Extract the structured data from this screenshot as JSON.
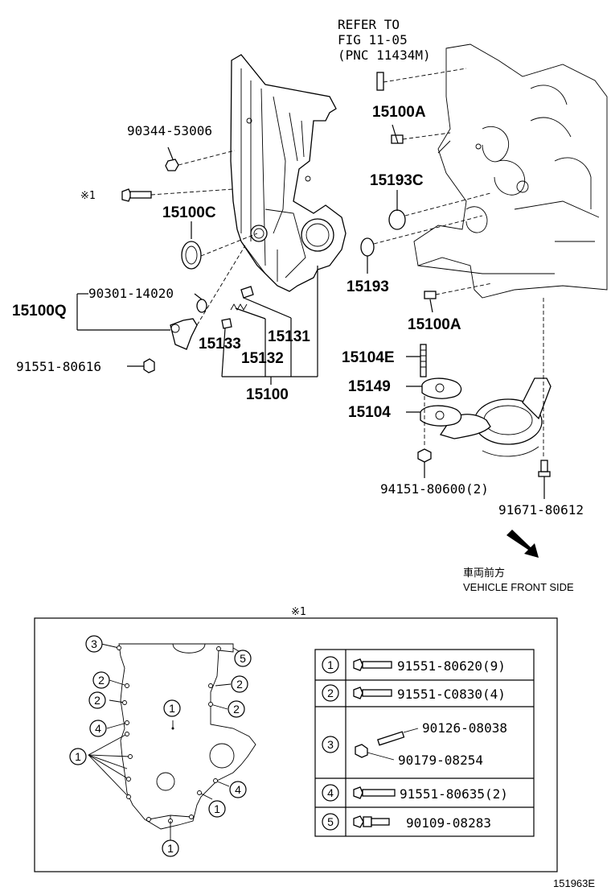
{
  "callouts": {
    "refer_line1": "REFER TO",
    "refer_line2": "FIG 11-05",
    "refer_line3": "(PNC 11434M)",
    "p15100A_top": "15100A",
    "p90344": "90344-53006",
    "star_ref": "※1",
    "p15193C": "15193C",
    "p15100C": "15100C",
    "p15193": "15193",
    "p90301": "90301-14020",
    "p15100Q": "15100Q",
    "p15100A_bot": "15100A",
    "p15131": "15131",
    "p15133": "15133",
    "p15132": "15132",
    "p91551_80616": "91551-80616",
    "p15100": "15100",
    "p15104E": "15104E",
    "p15149": "15149",
    "p15104": "15104",
    "p94151": "94151-80600(2)",
    "p91671": "91671-80612"
  },
  "direction": {
    "jp": "車両前方",
    "en": "VEHICLE FRONT SIDE"
  },
  "detail": {
    "title": "※1",
    "table": [
      {
        "num": "1",
        "parts": [
          "91551-80620(9)"
        ]
      },
      {
        "num": "2",
        "parts": [
          "91551-C0830(4)"
        ]
      },
      {
        "num": "3",
        "parts": [
          "90126-08038",
          "90179-08254"
        ]
      },
      {
        "num": "4",
        "parts": [
          "91551-80635(2)"
        ]
      },
      {
        "num": "5",
        "parts": [
          "90109-08283"
        ]
      }
    ],
    "markers": {
      "m3": "3",
      "m5": "5",
      "m2a": "2",
      "m2b": "2",
      "m2c": "2",
      "m2d": "2",
      "m4a": "4",
      "m4b": "4",
      "m1a": "1",
      "m1b": "1",
      "m1c": "1",
      "m1d": "1"
    }
  },
  "figure_id": "151963E"
}
